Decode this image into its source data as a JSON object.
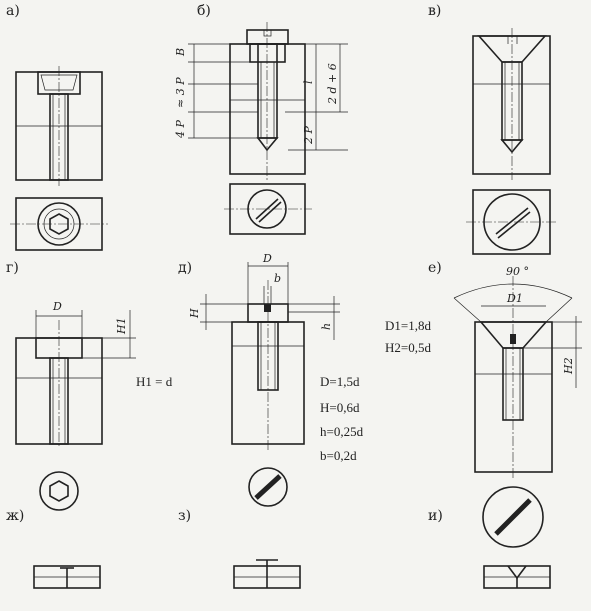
{
  "labels": {
    "a": "а)",
    "b": "б)",
    "v": "в)",
    "g": "г)",
    "d": "д)",
    "e": "е)",
    "zh": "ж)",
    "z": "з)",
    "i": "и)"
  },
  "dims": {
    "B": "B",
    "approx3P": "≈ 3 P",
    "fourP": "4 P",
    "twoDplus6": "2 d + 6",
    "l": "l",
    "twoP": "2 P",
    "D": "D",
    "H1": "H1",
    "b": "b",
    "H": "H",
    "h": "h",
    "D1": "D1",
    "H2": "H2",
    "angle": "90 °"
  },
  "formulas": {
    "g": "H1 = d",
    "e1": "D1=1,8d",
    "e2": "H2=0,5d",
    "d1": "D=1,5d",
    "d2": "H=0,6d",
    "d3": "h=0,25d",
    "d4": "b=0,2d"
  }
}
